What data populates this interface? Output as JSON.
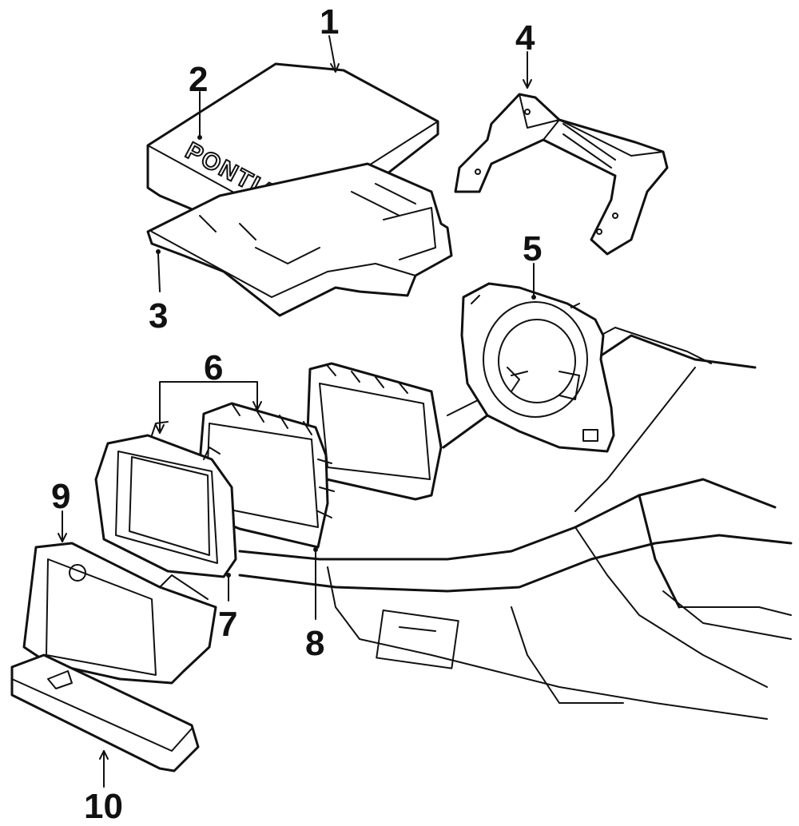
{
  "callouts": {
    "c1": "1",
    "c2": "2",
    "c3": "3",
    "c4": "4",
    "c5": "5",
    "c6": "6",
    "c7": "7",
    "c8": "8",
    "c9": "9",
    "c10": "10"
  },
  "cover_brand_text": "PONTIAC"
}
